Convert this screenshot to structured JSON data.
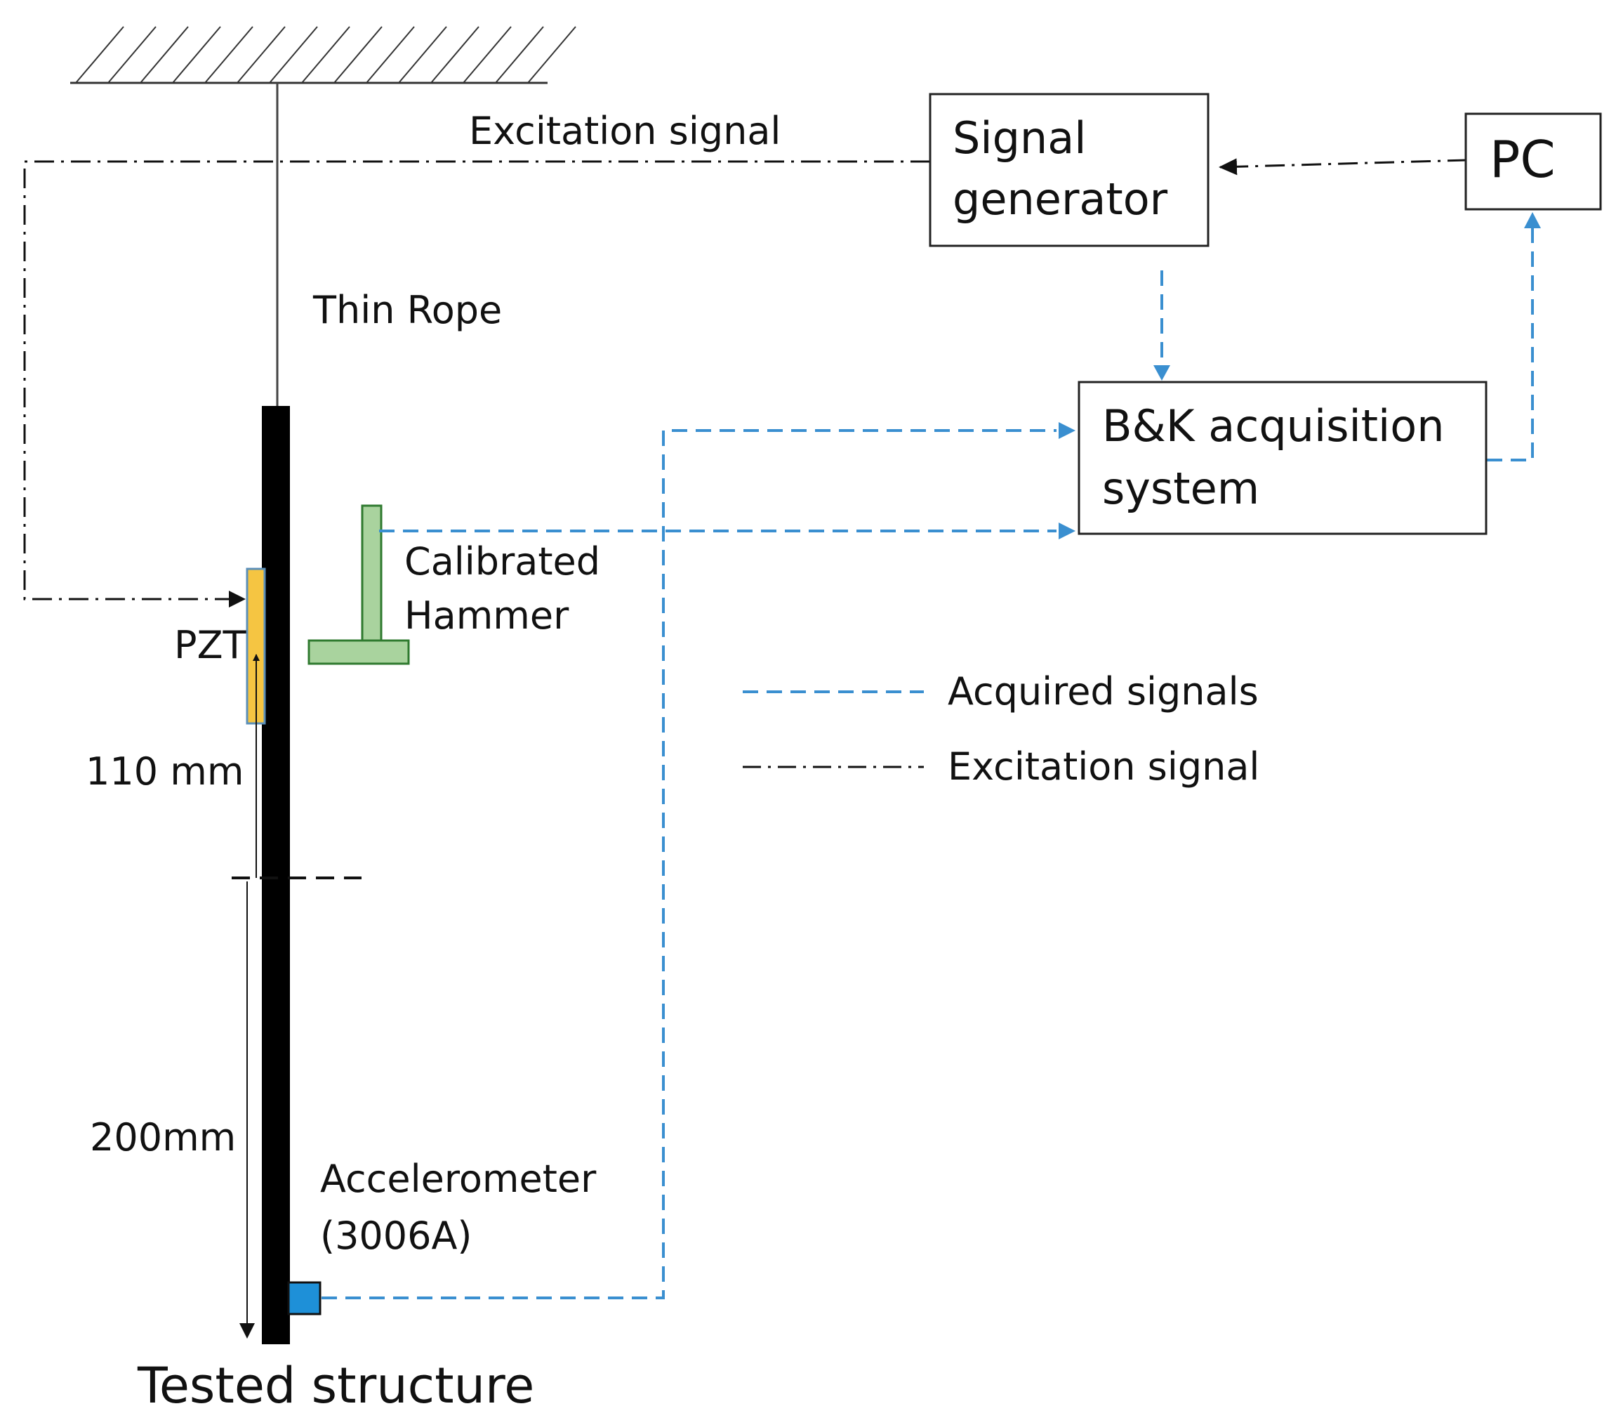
{
  "labels": {
    "excitation_signal_top": "Excitation signal",
    "thin_rope": "Thin Rope",
    "calibrated": "Calibrated",
    "hammer": "Hammer",
    "pzt": "PZT",
    "dist_110": "110 mm",
    "dist_200": "200mm",
    "accelerometer": "Accelerometer",
    "accelerometer_model": "(3006A)",
    "tested_structure": "Tested structure"
  },
  "boxes": {
    "signal_generator": [
      "Signal",
      "generator"
    ],
    "pc": "PC",
    "bk_acquisition": [
      "B&K acquisition",
      "system"
    ]
  },
  "legend": {
    "acquired": "Acquired signals",
    "excitation": "Excitation signal"
  },
  "colors": {
    "acquired_line": "#3a8fd0",
    "excitation_line": "#111111",
    "pzt_fill": "#f5c542",
    "pzt_border": "#5b8fb9",
    "hammer_fill": "#a9d39e",
    "hammer_border": "#2f7a2f",
    "accelerometer_fill": "#1e90d8",
    "structure": "#000000"
  }
}
